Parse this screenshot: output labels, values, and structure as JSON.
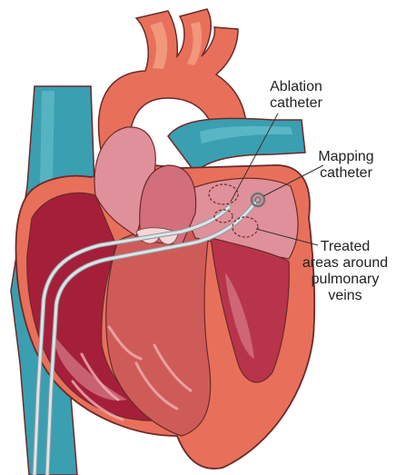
{
  "labels": {
    "ablation": [
      "Ablation",
      "catheter"
    ],
    "mapping": [
      "Mapping",
      "catheter"
    ],
    "treated": [
      "Treated",
      "areas around",
      "pulmonary",
      "veins"
    ]
  },
  "colors": {
    "heart_outer": "#e8705a",
    "heart_light": "#f3a184",
    "heart_mid": "#cf5b58",
    "chamber_dark": "#a51f3a",
    "chamber_pink": "#e0909a",
    "vessel_blue": "#3a9fb0",
    "vessel_blue_light": "#63bccb",
    "catheter": "#dde3e6",
    "outline": "#7a2a2a"
  }
}
